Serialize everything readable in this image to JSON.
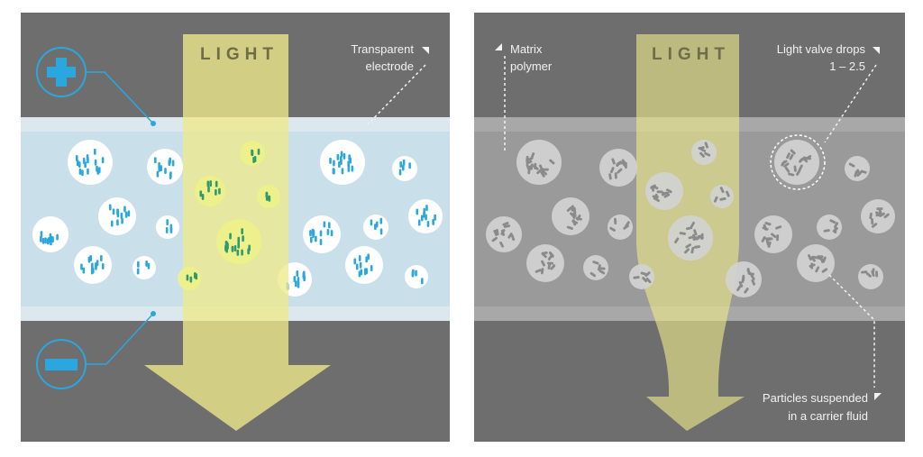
{
  "left_panel": {
    "light_label": "LIGHT",
    "electrode_label": [
      "Transparent",
      "electrode"
    ],
    "plus_icon": "plus-icon",
    "minus_icon": "minus-icon"
  },
  "right_panel": {
    "light_label": "LIGHT",
    "matrix_label": [
      "Matrix",
      "polymer"
    ],
    "drops_label": [
      "Light valve drops",
      "1 – 2.5"
    ],
    "particles_label": [
      "Particles suspended",
      "in a carrier fluid"
    ]
  },
  "colors": {
    "background": "#6e6e6e",
    "film_on": "#c9dfea",
    "film_off": "#9a9a9a",
    "electrode_strip": "#dde8ee",
    "light_beam": "#eee98a",
    "accent_blue": "#2aa7df",
    "particle_green": "#2f9a6e",
    "particle_gray": "#8a8a8a"
  }
}
